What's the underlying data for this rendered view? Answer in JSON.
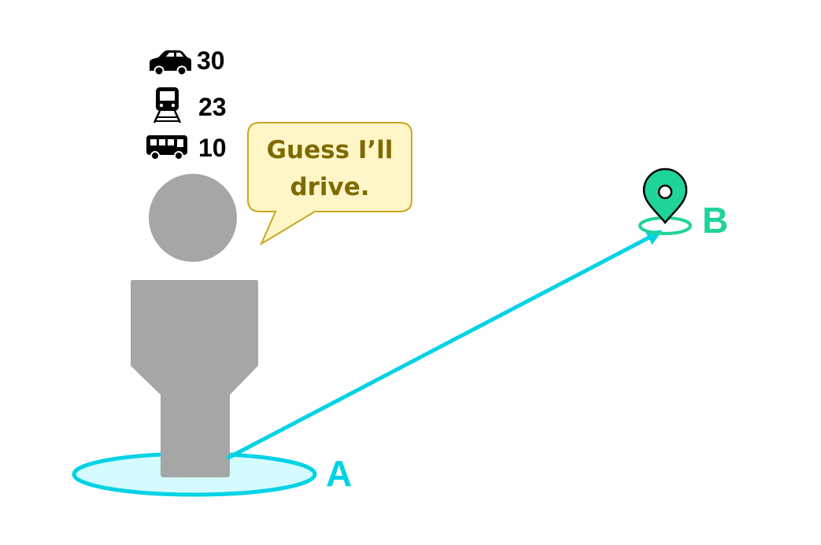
{
  "modes": [
    {
      "icon": "car-icon",
      "value": "30"
    },
    {
      "icon": "train-icon",
      "value": "23"
    },
    {
      "icon": "bus-icon",
      "value": "10"
    }
  ],
  "speech": {
    "line1": "Guess I’ll",
    "line2": "drive."
  },
  "origin": {
    "label": "A"
  },
  "destination": {
    "label": "B"
  },
  "colors": {
    "person": "#a6a6a6",
    "route": "#00d2e6",
    "origin_fill": "#d4fbff",
    "destination": "#1fd49a",
    "bubble_fill": "#fff6c8",
    "bubble_stroke": "#c8a820",
    "bubble_text": "#806a00",
    "text": "#000000"
  }
}
